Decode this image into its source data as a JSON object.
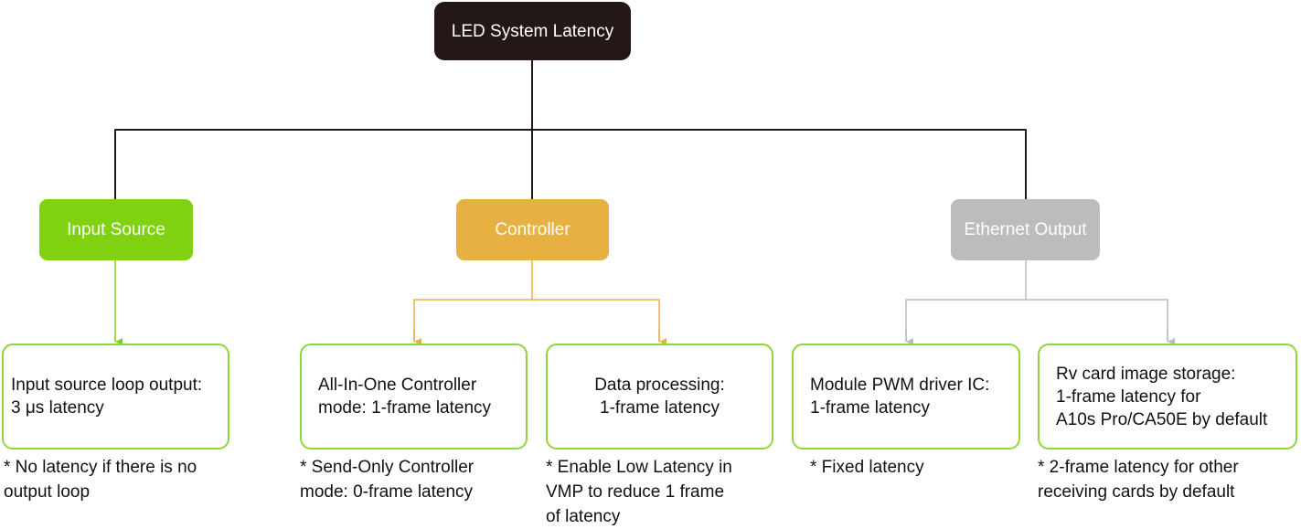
{
  "root": {
    "label": "LED System Latency"
  },
  "colors": {
    "root": "#231815",
    "input": "#80d10f",
    "controller": "#e7b141",
    "ethernet": "#bbbcbc",
    "leaf_border": "#8ed63c",
    "line": "#231815"
  },
  "categories": {
    "input": "Input Source",
    "controller": "Controller",
    "ethernet": "Ethernet Output"
  },
  "leaves": [
    {
      "text": "Input source loop output:\n3 μs latency",
      "note": "* No latency if there is no\n   output loop"
    },
    {
      "text": "All-In-One Controller\nmode: 1-frame latency",
      "note": "* Send-Only Controller\n   mode: 0-frame latency"
    },
    {
      "text": "Data processing:\n1-frame latency",
      "note": "* Enable Low Latency in\n   VMP to reduce 1 frame\n   of latency"
    },
    {
      "text": "Module PWM driver IC:\n1-frame latency",
      "note": "* Fixed latency"
    },
    {
      "text": "Rv card image storage:\n1-frame latency for\nA10s Pro/CA50E by default",
      "note": "* 2-frame latency for other\n   receiving cards by default"
    }
  ]
}
